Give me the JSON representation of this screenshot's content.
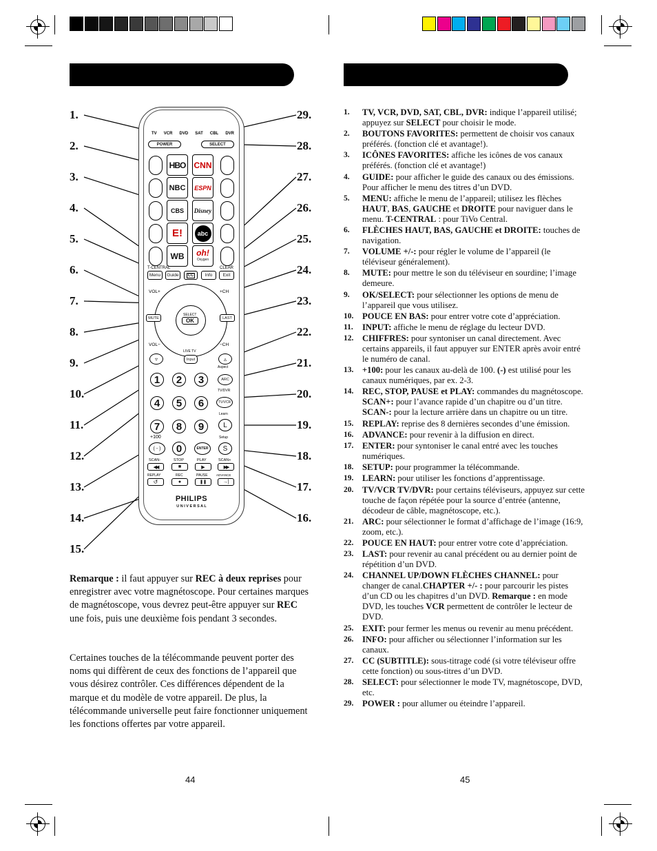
{
  "left_callouts": [
    "1.",
    "2.",
    "3.",
    "4.",
    "5.",
    "6.",
    "7.",
    "8.",
    "9.",
    "10.",
    "11.",
    "12.",
    "13.",
    "14.",
    "15."
  ],
  "right_callouts": [
    "29.",
    "28.",
    "27.",
    "26.",
    "25.",
    "24.",
    "23.",
    "22.",
    "21.",
    "20.",
    "19.",
    "18.",
    "17.",
    "16."
  ],
  "colors": {
    "grayscale": [
      "#000000",
      "#0b0b0b",
      "#161616",
      "#262626",
      "#3a3a3a",
      "#555555",
      "#6e6e6e",
      "#8a8a8a",
      "#a8a8a8",
      "#c9c9c9",
      "#ffffff"
    ],
    "process": [
      "#fff200",
      "#ec008c",
      "#00aeef",
      "#2e3192",
      "#00a651",
      "#ed1c24",
      "#231f20",
      "#fff799",
      "#f49ac1",
      "#6dcff6",
      "#9d9fa2"
    ]
  },
  "remote": {
    "modes": [
      "TV",
      "VCR",
      "DVD",
      "SAT",
      "CBL",
      "DVR"
    ],
    "power": "POWER",
    "select": "SELECT",
    "logos": [
      "HBO",
      "CNN",
      "NBC",
      "ESPN",
      "CBS",
      "Disney",
      "E!",
      "abc",
      "WB",
      "oh!"
    ],
    "logo_sub": "Oxygen",
    "t_central": "T-CENTRAL",
    "clear": "CLEAR",
    "menu": "Menu",
    "guide": "Guide",
    "cc": "CC",
    "info": "Info",
    "exit": "Exit",
    "vol_plus": "VOL+",
    "vol_minus": "VOL−",
    "ch_plus": "+CH",
    "ch_minus": "−CH",
    "mute": "MUTE",
    "last": "LAST",
    "select_ok_top": "SELECT",
    "ok": "OK",
    "live_tv": "LIVE TV",
    "input": "Input",
    "aspect": "Aspect",
    "arc": "ARC",
    "tvdvr": "TV/DVR",
    "tvvcr": "TV/VCR",
    "learn": "Learn",
    "learn_key": "L",
    "setup": "Setup",
    "setup_key": "S",
    "digits": [
      "1",
      "2",
      "3",
      "4",
      "5",
      "6",
      "7",
      "8",
      "9"
    ],
    "plus100": "+100",
    "dash": "( - )",
    "zero": "0",
    "enter": "ENTER",
    "transport_labels": [
      "SCAN-",
      "STOP",
      "PLAY",
      "SCAN+"
    ],
    "transport_icons": [
      "◀◀",
      "■",
      "▶",
      "▶▶"
    ],
    "bottom_labels": [
      "REPLAY",
      "REC",
      "PAUSE",
      "ADVANCE"
    ],
    "bottom_icons": [
      "↺",
      "●",
      "❚❚",
      "→|"
    ],
    "brand": "PHILIPS",
    "brand_sub": "U N I V E R S A L"
  },
  "note_paragraph": [
    {
      "b": "Remarque :"
    },
    {
      "t": " il faut appuyer sur "
    },
    {
      "b": "REC à deux reprises"
    },
    {
      "t": " pour enregistrer avec votre magnétoscope. Pour certaines marques de magnétoscope, vous devrez peut-être appuyer sur "
    },
    {
      "b": "REC"
    },
    {
      "t": " une fois, puis une deuxième fois pendant  3  secondes."
    }
  ],
  "second_paragraph": "Certaines touches de la télécommande peuvent porter des noms qui diffèrent de ceux des fonctions de l’appareil que vous désirez contrôler. Ces différences dépendent de la marque et du modèle de votre appareil. De plus, la télécommande universelle peut faire fonctionner uniquement les fonctions offertes par votre appareil.",
  "items": [
    {
      "n": "1.",
      "parts": [
        {
          "b": "TV, VCR, DVD, SAT, CBL, DVR:"
        },
        {
          "t": " indique l’appareil utilisé; appuyez sur "
        },
        {
          "b": "SELECT"
        },
        {
          "t": " pour choisir le mode."
        }
      ]
    },
    {
      "n": "2.",
      "parts": [
        {
          "b": "BOUTONS FAVORITES:"
        },
        {
          "t": " permettent de choisir vos canaux préférés. (fonction clé et avantage!)."
        }
      ]
    },
    {
      "n": "3.",
      "parts": [
        {
          "b": "ICÔNES FAVORITES:"
        },
        {
          "t": " affiche les icônes de vos canaux préférés. (fonction clé et avantage!)"
        }
      ]
    },
    {
      "n": "4.",
      "parts": [
        {
          "b": "GUIDE:"
        },
        {
          "t": " pour afficher le guide des canaux ou des émissions. Pour afficher le menu des titres d’un DVD."
        }
      ]
    },
    {
      "n": "5.",
      "parts": [
        {
          "b": "MENU:"
        },
        {
          "t": " affiche le menu de l’appareil; utilisez les flèches "
        },
        {
          "b": "HAUT"
        },
        {
          "t": ", "
        },
        {
          "b": "BAS"
        },
        {
          "t": ", "
        },
        {
          "b": "GAUCHE"
        },
        {
          "t": " et "
        },
        {
          "b": "DROITE"
        },
        {
          "t": " pour naviguer dans le menu. "
        },
        {
          "b": "T-CENTRAL"
        },
        {
          "t": " : pour TiVo Central."
        }
      ]
    },
    {
      "n": "6.",
      "parts": [
        {
          "b": "FLÈCHES HAUT, BAS, GAUCHE et DROITE:"
        },
        {
          "t": " touches de navigation."
        }
      ]
    },
    {
      "n": "7.",
      "parts": [
        {
          "b": "VOLUME +/-:"
        },
        {
          "t": " pour régler le volume de l’appareil (le téléviseur généralement)."
        }
      ]
    },
    {
      "n": "8.",
      "parts": [
        {
          "b": "MUTE:"
        },
        {
          "t": " pour mettre le son du téléviseur en sourdine; l’image demeure."
        }
      ]
    },
    {
      "n": "9.",
      "parts": [
        {
          "b": "OK/SELECT:"
        },
        {
          "t": " pour sélectionner les options de menu de l’appareil que vous utilisez."
        }
      ]
    },
    {
      "n": "10.",
      "parts": [
        {
          "b": "POUCE EN BAS:"
        },
        {
          "t": " pour entrer votre cote d’appréciation."
        }
      ]
    },
    {
      "n": "11.",
      "parts": [
        {
          "b": "INPUT:"
        },
        {
          "t": " affiche le menu de réglage du lecteur DVD."
        }
      ]
    },
    {
      "n": "12.",
      "parts": [
        {
          "b": "CHIFFRES:"
        },
        {
          "t": " pour syntoniser un canal directement. Avec certains appareils, il faut appuyer sur ENTER après avoir entré le numéro de canal."
        }
      ]
    },
    {
      "n": "13.",
      "parts": [
        {
          "b": "+100:"
        },
        {
          "t": " pour les canaux au-delà de 100.  "
        },
        {
          "b": "(-)"
        },
        {
          "t": " est utilisé pour les canaux numériques, par ex. 2-3."
        }
      ]
    },
    {
      "n": "14.",
      "parts": [
        {
          "b": "REC, STOP, PAUSE et PLAY:"
        },
        {
          "t": " commandes du magnétoscope. "
        },
        {
          "b": "SCAN+:"
        },
        {
          "t": " pour l’avance rapide d’un chapitre ou d’un titre. "
        },
        {
          "b": "SCAN-:"
        },
        {
          "t": " pour la lecture arrière dans un chapitre ou un titre."
        }
      ]
    },
    {
      "n": "15.",
      "parts": [
        {
          "b": "REPLAY:"
        },
        {
          "t": " reprise des 8 dernières secondes d’une émission."
        }
      ]
    },
    {
      "n": "16.",
      "parts": [
        {
          "b": "ADVANCE:"
        },
        {
          "t": " pour revenir à la diffusion en direct."
        }
      ]
    },
    {
      "n": "17.",
      "parts": [
        {
          "b": "ENTER:"
        },
        {
          "t": " pour syntoniser le canal entré avec les touches numériques."
        }
      ]
    },
    {
      "n": "18.",
      "parts": [
        {
          "b": "SETUP:"
        },
        {
          "t": " pour programmer la télécommande."
        }
      ]
    },
    {
      "n": "19.",
      "parts": [
        {
          "b": "LEARN:"
        },
        {
          "t": " pour utiliser les fonctions d’apprentissage."
        }
      ]
    },
    {
      "n": "20.",
      "parts": [
        {
          "b": "TV/VCR TV/DVR:"
        },
        {
          "t": " pour certains téléviseurs, appuyez sur cette touche de façon répétée pour la source d’entrée (antenne, décodeur de câble, magnétoscope, etc.)."
        }
      ]
    },
    {
      "n": "21.",
      "parts": [
        {
          "b": "ARC:"
        },
        {
          "t": " pour sélectionner le format d’affichage de l’image (16:9, zoom, etc.)."
        }
      ]
    },
    {
      "n": "22.",
      "parts": [
        {
          "b": "POUCE EN HAUT:"
        },
        {
          "t": "  pour entrer votre cote d’appréciation."
        }
      ]
    },
    {
      "n": "23.",
      "parts": [
        {
          "b": "LAST:"
        },
        {
          "t": " pour revenir au canal précédent ou au dernier point de répétition d’un DVD."
        }
      ]
    },
    {
      "n": "24.",
      "parts": [
        {
          "b": "CHANNEL UP/DOWN FLÈCHES CHANNEL:"
        },
        {
          "t": " pour changer de canal."
        },
        {
          "b": "CHAPTER +/- :"
        },
        {
          "t": " pour parcourir les pistes d’un CD ou les chapitres d’un DVD. "
        },
        {
          "b": "Remarque :"
        },
        {
          "t": " en mode DVD, les touches "
        },
        {
          "b": "VCR"
        },
        {
          "t": " permettent de contrôler le lecteur de DVD."
        }
      ]
    },
    {
      "n": "25.",
      "parts": [
        {
          "b": "EXIT:"
        },
        {
          "t": " pour fermer les menus ou revenir au menu précédent."
        }
      ]
    },
    {
      "n": "26.",
      "parts": [
        {
          "b": "INFO:"
        },
        {
          "t": " pour afficher ou sélectionner l’information sur les canaux."
        }
      ]
    },
    {
      "n": "27.",
      "parts": [
        {
          "b": "CC (SUBTITLE):"
        },
        {
          "t": " sous-titrage codé (si votre téléviseur offre cette fonction) ou sous-titres d’un DVD."
        }
      ]
    },
    {
      "n": "28.",
      "parts": [
        {
          "b": "SELECT:"
        },
        {
          "t": " pour sélectionner le mode TV, magnétoscope, DVD, etc."
        }
      ]
    },
    {
      "n": "29.",
      "parts": [
        {
          "b": "POWER :"
        },
        {
          "t": " pour allumer ou éteindre l’appareil."
        }
      ]
    }
  ],
  "page_left": "44",
  "page_right": "45"
}
